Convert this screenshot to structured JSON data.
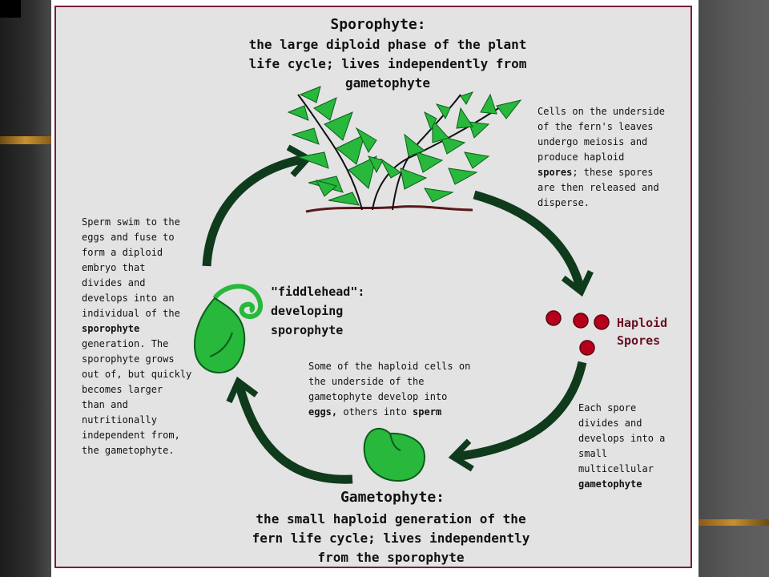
{
  "sporophyte": {
    "title": "Sporophyte:",
    "desc": [
      "the large diploid phase of the plant",
      "life cycle; lives independently from",
      "gametophyte"
    ]
  },
  "gametophyte": {
    "title": "Gametophyte:",
    "desc": [
      "the small haploid generation of the",
      "fern life cycle; lives independently",
      "from the sporophyte"
    ]
  },
  "fiddlehead": {
    "lines": [
      "\"fiddlehead\":",
      "developing",
      "sporophyte"
    ]
  },
  "haploid_spores": {
    "lines": [
      "Haploid",
      "Spores"
    ]
  },
  "note_right_top": {
    "lines": [
      "Cells on the underside",
      "of the fern's leaves",
      "undergo meiosis and",
      "produce haploid"
    ],
    "bold": "spores",
    "after_bold": "; these spores",
    "tail": [
      "are then released and",
      "disperse."
    ]
  },
  "note_left": {
    "lines": [
      "Sperm swim to the",
      "eggs and fuse to",
      "form a diploid",
      "embryo that",
      "divides and",
      "develops into an",
      "individual of the"
    ],
    "bold": "sporophyte",
    "tail": [
      "generation. The",
      "sporophyte grows",
      "out of, but quickly",
      "becomes larger",
      "than and",
      "nutritionally",
      "independent from,",
      "the gametophyte."
    ]
  },
  "note_center": {
    "lines": [
      "Some of the haploid cells on",
      "the underside of the",
      "gametophyte develop into"
    ],
    "bold1": "eggs,",
    "mid": " others into ",
    "bold2": "sperm"
  },
  "note_right_bottom": {
    "lines": [
      "Each spore",
      "divides and",
      "develops into a",
      "small",
      "multicellular"
    ],
    "bold": "gametophyte"
  },
  "colors": {
    "frame": "#7a1f3a",
    "arrow": "#0f3a1c",
    "leaf": "#27b83c",
    "spore": "#b5001c",
    "spore_label": "#6a0f24",
    "root": "#5a1818"
  }
}
